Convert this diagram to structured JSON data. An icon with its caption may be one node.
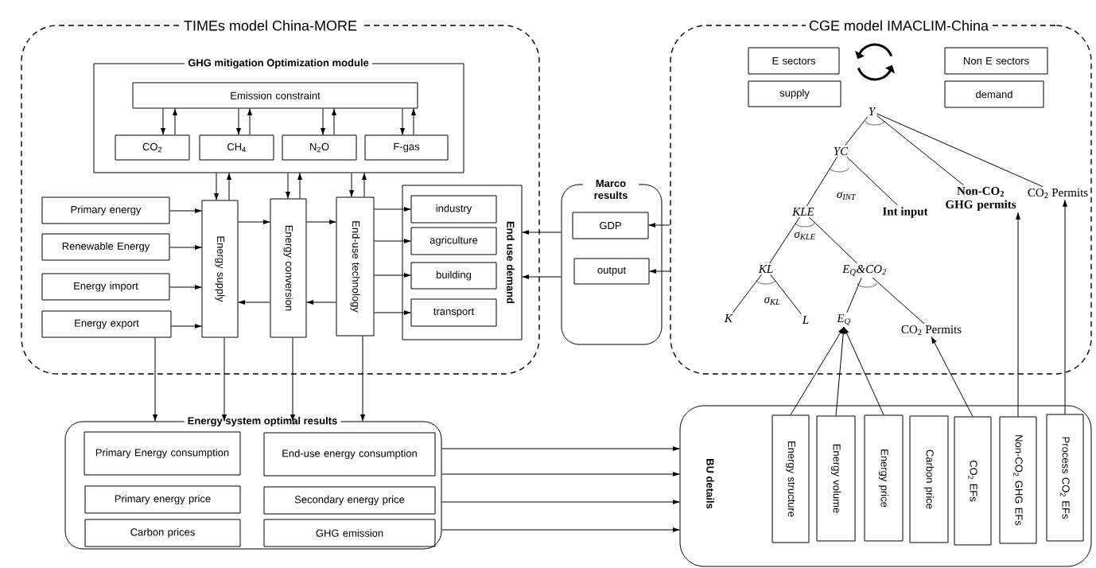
{
  "diagram": {
    "nodes": [
      {
        "text": [
          "TIMEs model China-MORE"
        ]
      },
      {
        "text": [
          "GHG mitigation Optimization module"
        ],
        "in": 0
      },
      {
        "text": [
          "Emission constraint"
        ],
        "in": 1
      },
      {
        "text": [
          "CO$_{2}$"
        ],
        "in": 1
      },
      {
        "text": [
          "CH$_{4}$"
        ],
        "in": 1
      },
      {
        "text": [
          "N$_{2}$O"
        ],
        "in": 1
      },
      {
        "text": [
          "F-gas"
        ],
        "in": 1
      },
      {
        "text": [
          "Primary energy"
        ],
        "in": 0
      },
      {
        "text": [
          "Renewable Energy"
        ],
        "in": 0
      },
      {
        "text": [
          "Energy import"
        ],
        "in": 0
      },
      {
        "text": [
          "Energy export"
        ],
        "in": 0
      },
      {
        "text": [
          "Energy supply"
        ],
        "in": 0
      },
      {
        "text": [
          "Energy conversion"
        ],
        "in": 0
      },
      {
        "text": [
          "End-use technology"
        ],
        "in": 0
      },
      {
        "text": [
          "End use demand"
        ],
        "in": 0
      },
      {
        "text": [
          "industry"
        ],
        "in": 14
      },
      {
        "text": [
          "agriculture"
        ],
        "in": 14
      },
      {
        "text": [
          "building"
        ],
        "in": 14
      },
      {
        "text": [
          "transport"
        ],
        "in": 14
      },
      {
        "text": [
          "Marco results"
        ]
      },
      {
        "text": [
          "GDP"
        ],
        "in": 19
      },
      {
        "text": [
          "output"
        ],
        "in": 19
      },
      {
        "text": [
          "CGE model IMACLIM-China"
        ]
      },
      {
        "text": [
          "E sectors"
        ],
        "in": 22
      },
      {
        "text": [
          "supply"
        ],
        "in": 22
      },
      {
        "text": [
          "Non E sectors"
        ],
        "in": 22
      },
      {
        "text": [
          "demand"
        ],
        "in": 22
      },
      {
        "text": [
          "Y"
        ],
        "in": 22
      },
      {
        "text": [
          "YC"
        ],
        "in": 22
      },
      {
        "text": [
          "Int input"
        ],
        "in": 22
      },
      {
        "text": [
          "Non-CO$_{2}$ GHG permits"
        ],
        "in": 22
      },
      {
        "text": [
          "CO$_{2}$ Permits"
        ],
        "in": 22
      },
      {
        "text": [
          "KLE"
        ],
        "in": 22
      },
      {
        "text": [
          "KL"
        ],
        "in": 22
      },
      {
        "text": [
          "E$_{Q}$&CO$_{2}$"
        ],
        "in": 22
      },
      {
        "text": [
          "K"
        ],
        "in": 22
      },
      {
        "text": [
          "L"
        ],
        "in": 22
      },
      {
        "text": [
          "E$_{Q}$"
        ],
        "in": 22
      },
      {
        "text": [
          "CO$_{2}$ Permits"
        ],
        "in": 22
      },
      {
        "text": [
          "Energy system optimal results"
        ]
      },
      {
        "text": [
          "Primary Energy consumption"
        ],
        "in": 39
      },
      {
        "text": [
          "End-use energy consumption"
        ],
        "in": 39
      },
      {
        "text": [
          "Primary energy price"
        ],
        "in": 39
      },
      {
        "text": [
          "Secondary energy price"
        ],
        "in": 39
      },
      {
        "text": [
          "Carbon prices"
        ],
        "in": 39
      },
      {
        "text": [
          "GHG emission"
        ],
        "in": 39
      },
      {
        "text": [
          "BU details"
        ]
      },
      {
        "text": [
          "Energy structure"
        ],
        "in": 46
      },
      {
        "text": [
          "Energy volume"
        ],
        "in": 46
      },
      {
        "text": [
          "Energy price"
        ],
        "in": 46
      },
      {
        "text": [
          "Carbon price"
        ],
        "in": 46
      },
      {
        "text": [
          "CO$_{2}$ EFs"
        ],
        "in": 46
      },
      {
        "text": [
          "Non-CO$_{2}$ GHG EFs"
        ],
        "in": 46
      },
      {
        "text": [
          "Process CO$_{2}$ EFs"
        ],
        "in": 46
      }
    ],
    "edges": [
      {
        "from": 2,
        "to": 3,
        "arrow": "to"
      },
      {
        "from": 3,
        "to": 2,
        "arrow": "to"
      },
      {
        "from": 2,
        "to": 4,
        "arrow": "to"
      },
      {
        "from": 4,
        "to": 2,
        "arrow": "to"
      },
      {
        "from": 2,
        "to": 5,
        "arrow": "to"
      },
      {
        "from": 5,
        "to": 2,
        "arrow": "to"
      },
      {
        "from": 2,
        "to": 6,
        "arrow": "to"
      },
      {
        "from": 6,
        "to": 2,
        "arrow": "to"
      },
      {
        "from": 1,
        "to": 11,
        "arrow": "to"
      },
      {
        "from": 11,
        "to": 1,
        "arrow": "to"
      },
      {
        "from": 1,
        "to": 12,
        "arrow": "to"
      },
      {
        "from": 12,
        "to": 1,
        "arrow": "to"
      },
      {
        "from": 1,
        "to": 13,
        "arrow": "to"
      },
      {
        "from": 13,
        "to": 1,
        "arrow": "to"
      },
      {
        "from": 7,
        "to": 11,
        "arrow": "to"
      },
      {
        "from": 8,
        "to": 11,
        "arrow": "to"
      },
      {
        "from": 9,
        "to": 11,
        "arrow": "to"
      },
      {
        "from": 10,
        "to": 11,
        "arrow": "to"
      },
      {
        "from": 11,
        "to": 12,
        "arrow": "to"
      },
      {
        "from": 12,
        "to": 11,
        "arrow": "to"
      },
      {
        "from": 12,
        "to": 13,
        "arrow": "to"
      },
      {
        "from": 13,
        "to": 12,
        "arrow": "to"
      },
      {
        "from": 13,
        "to": 15,
        "arrow": "to"
      },
      {
        "from": 13,
        "to": 16,
        "arrow": "to"
      },
      {
        "from": 13,
        "to": 17,
        "arrow": "to"
      },
      {
        "from": 13,
        "to": 18,
        "arrow": "to"
      },
      {
        "from": 19,
        "to": 14,
        "arrow": "to"
      },
      {
        "from": 19,
        "to": 14,
        "arrow": "to"
      },
      {
        "from": 22,
        "to": 20,
        "arrow": "to"
      },
      {
        "from": 22,
        "to": 21,
        "arrow": "to"
      },
      {
        "from": 10,
        "to": 39,
        "arrow": "to"
      },
      {
        "from": 11,
        "to": 39,
        "arrow": "to"
      },
      {
        "from": 12,
        "to": 39,
        "arrow": "to"
      },
      {
        "from": 13,
        "to": 39,
        "arrow": "to"
      },
      {
        "from": 39,
        "to": 46,
        "arrow": "to"
      },
      {
        "from": 39,
        "to": 46,
        "arrow": "to"
      },
      {
        "from": 39,
        "to": 46,
        "arrow": "to"
      },
      {
        "from": 39,
        "to": 46,
        "arrow": "to"
      },
      {
        "from": 47,
        "to": 37,
        "arrow": "to"
      },
      {
        "from": 48,
        "to": 37,
        "arrow": "to"
      },
      {
        "from": 49,
        "to": 37,
        "arrow": "to"
      },
      {
        "from": 51,
        "to": 38,
        "arrow": "to"
      },
      {
        "from": 52,
        "to": 30,
        "arrow": "to"
      },
      {
        "from": 53,
        "to": 31,
        "arrow": "to"
      },
      {
        "from": 27,
        "to": 28,
        "arrow": "none"
      },
      {
        "from": 27,
        "to": 30,
        "arrow": "none"
      },
      {
        "from": 27,
        "to": 31,
        "arrow": "none"
      },
      {
        "from": 28,
        "to": 32,
        "arrow": "none"
      },
      {
        "from": 28,
        "to": 29,
        "arrow": "none"
      },
      {
        "from": 32,
        "to": 33,
        "arrow": "none"
      },
      {
        "from": 32,
        "to": 34,
        "arrow": "none"
      },
      {
        "from": 33,
        "to": 35,
        "arrow": "none"
      },
      {
        "from": 33,
        "to": 36,
        "arrow": "none"
      },
      {
        "from": 34,
        "to": 37,
        "arrow": "none"
      },
      {
        "from": 34,
        "to": 38,
        "arrow": "none"
      }
    ],
    "labels": [
      "σ$_{INT}$",
      "σ$_{KLE}$",
      "σ$_{KL}$"
    ]
  }
}
